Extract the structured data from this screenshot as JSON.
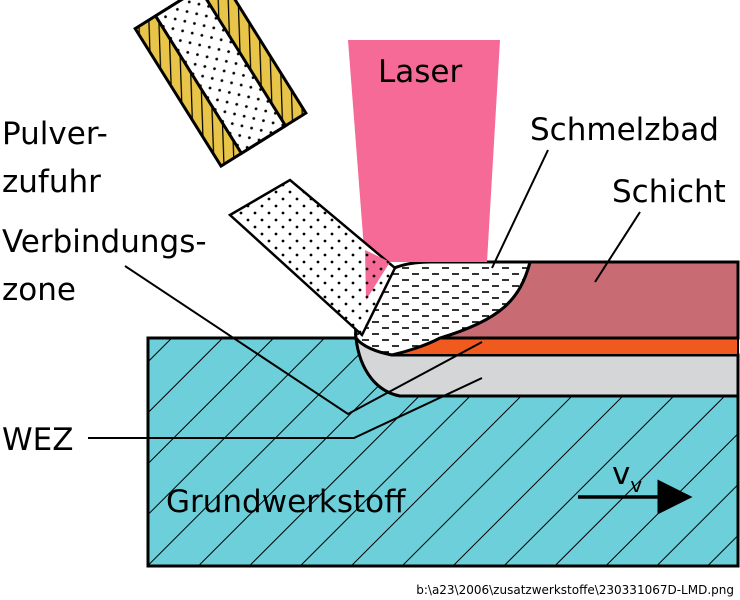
{
  "labels": {
    "laser": "Laser",
    "pulver_line1": "Pulver-",
    "pulver_line2": "zufuhr",
    "schmelzbad": "Schmelzbad",
    "schicht": "Schicht",
    "verbindung_line1": "Verbindungs-",
    "verbindung_line2": "zone",
    "wez": "WEZ",
    "grundwerkstoff": "Grundwerkstoff",
    "velocity_main": "v",
    "velocity_sub": "v"
  },
  "file_path": "b:\\a23\\2006\\zusatzwerkstoffe\\230331067D-LMD.png",
  "colors": {
    "substrate": "#6ccfd9",
    "layer": "#c86b73",
    "bond_zone": "#f05a1e",
    "haz": "#d4d6d7",
    "melt_pool": "#ffffff",
    "laser": "#f56a97",
    "nozzle_stripes": "#e8c548",
    "powder_dots": "#000000"
  }
}
